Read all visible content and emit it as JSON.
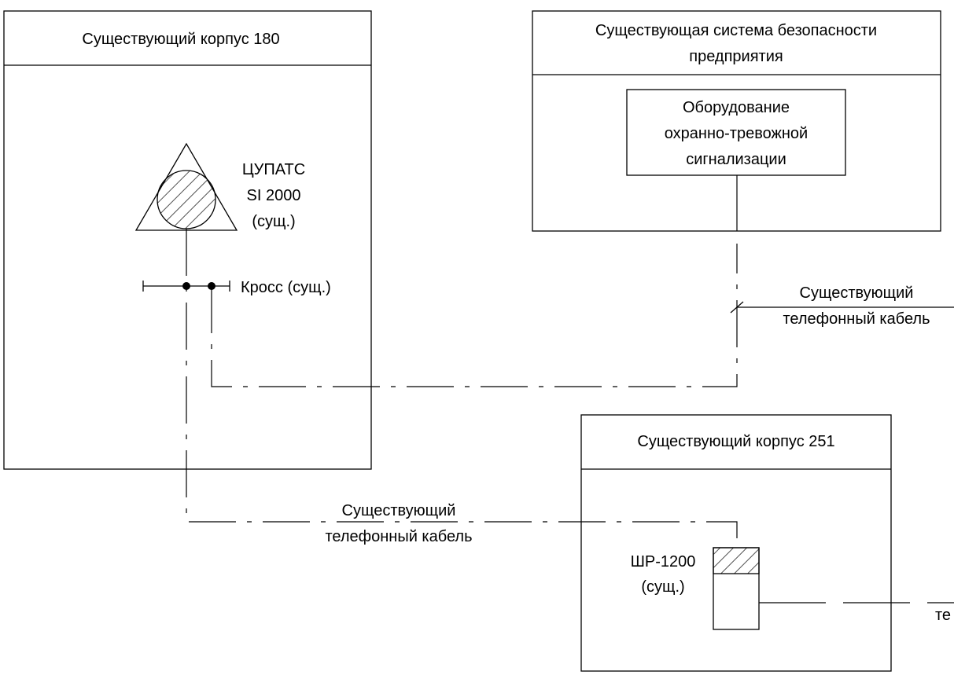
{
  "building180": {
    "title": "Существующий корпус 180"
  },
  "security_system": {
    "title_line1": "Существующая система безопасности",
    "title_line2": "предприятия",
    "equipment": {
      "line1": "Оборудование",
      "line2": "охранно-тревожной",
      "line3": "сигнализации"
    }
  },
  "pbx": {
    "line1": "ЦУПАТС",
    "line2": "SI 2000",
    "line3": "(сущ.)"
  },
  "cross": {
    "label": "Кросс (сущ.)"
  },
  "cable_upper": {
    "line1": "Существующий",
    "line2": "телефонный кабель"
  },
  "cable_lower": {
    "line1": "Существующий",
    "line2": "телефонный кабель"
  },
  "cable_right": {
    "line2_partial": "те"
  },
  "building251": {
    "title": "Существующий корпус 251"
  },
  "cabinet": {
    "line1": "ШР-1200",
    "line2": "(сущ.)"
  }
}
